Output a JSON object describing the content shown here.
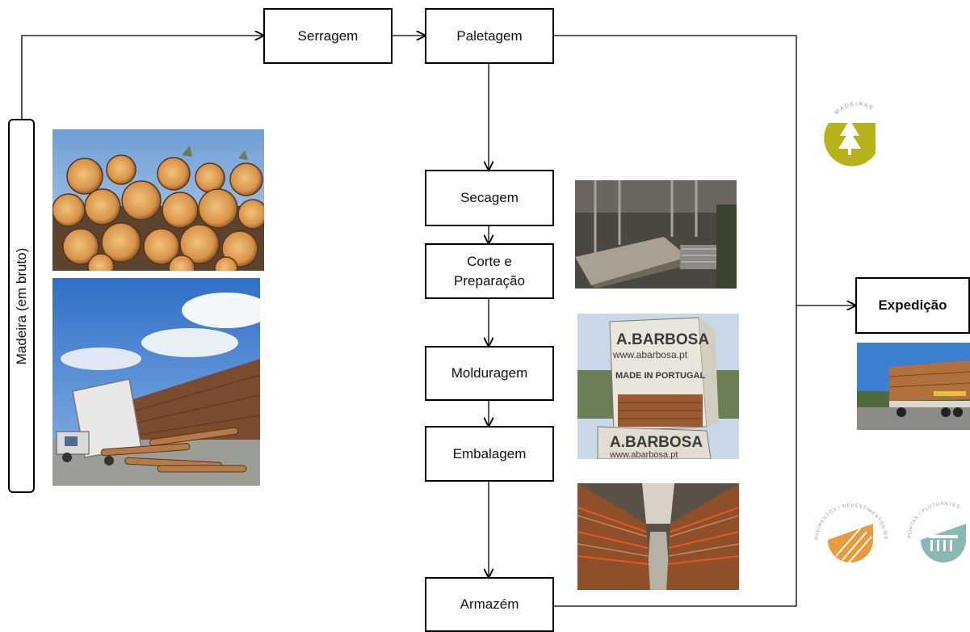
{
  "steps": {
    "serragem": "Serragem",
    "paletagem": "Paletagem",
    "secagem": "Secagem",
    "corte_line1": "Corte e",
    "corte_line2": "Preparação",
    "molduragem": "Molduragem",
    "embalagem": "Embalagem",
    "armazem": "Armazém",
    "expedicao": "Expedição"
  },
  "side_label": "Madeira (em bruto)",
  "photo_texts": {
    "brand_1": "A.BARBOSA",
    "website_1": "www.abarbosa.pt",
    "made_in": "MADE IN PORTUGAL",
    "brand_2": "A.BARBOSA",
    "website_2": "www.abarbosa.pt"
  },
  "logos": {
    "madeiras": "MADEIRAS",
    "pavimentos": "PAVIMENTOS / REVESTIMENTOS MACIÇOS",
    "portas": "PORTAS / FLUTUANTES"
  },
  "colors": {
    "madeiras_logo": "#b5b21b",
    "pavimentos_logo": "#e89a3c",
    "portas_logo": "#8ab9b5"
  }
}
